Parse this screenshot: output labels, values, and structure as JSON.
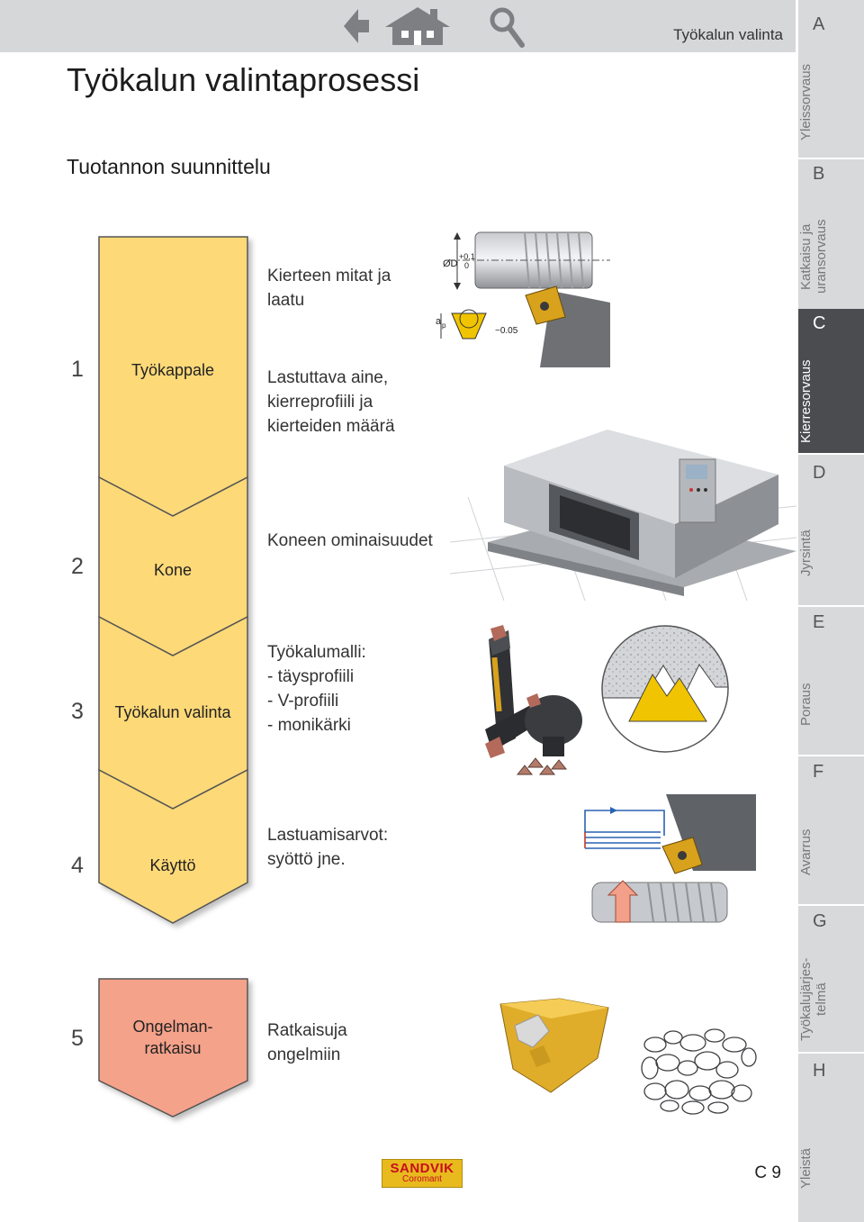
{
  "header": {
    "section_title": "Työkalun valinta",
    "nav_icons": [
      "back-arrow-icon",
      "home-icon",
      "search-icon"
    ]
  },
  "page": {
    "title": "Työkalun valintaprosessi",
    "subtitle": "Tuotannon suunnittelu",
    "page_number": "C 9"
  },
  "steps": [
    {
      "number": "1",
      "label": "Työkappale",
      "color": "#fdd978"
    },
    {
      "number": "2",
      "label": "Kone",
      "color": "#fdd978"
    },
    {
      "number": "3",
      "label": "Työkalun valinta",
      "color": "#fdd978"
    },
    {
      "number": "4",
      "label": "Käyttö",
      "color": "#fdd978"
    },
    {
      "number": "5",
      "label": "Ongelman-\nratkaisu",
      "color": "#f5a28a"
    }
  ],
  "descriptions": {
    "thread_dims": "Kierteen mitat ja\nlaatu",
    "material": "Lastuttava aine,\nkierreprofiili ja\nkierteiden määrä",
    "machine": "Koneen ominaisuudet",
    "tool_model_title": "Työkalumalli:",
    "tool_model_items": [
      "- täysprofiili",
      "- V-profiili",
      "- monikärki"
    ],
    "cutting": "Lastuamisarvot:\nsyöttö jne.",
    "problems": "Ratkaisuja\nongelmiin"
  },
  "drawing_labels": {
    "diameter": "ØD",
    "tol_upper": "+0.1",
    "tol_lower": "0",
    "ap": "a",
    "ap_sub": "p",
    "radial": "~0.05"
  },
  "sidebar": {
    "sections": [
      {
        "letter": "A",
        "label": "Yleissorvaus"
      },
      {
        "letter": "B",
        "label": "Katkaisu ja\nuransorvaus"
      },
      {
        "letter": "C",
        "label": "Kierresorvaus",
        "active": true
      },
      {
        "letter": "D",
        "label": "Jyrsintä"
      },
      {
        "letter": "E",
        "label": "Poraus"
      },
      {
        "letter": "F",
        "label": "Avarrus"
      },
      {
        "letter": "G",
        "label": "Työkalujärjes-\ntelmä"
      },
      {
        "letter": "H",
        "label": "Yleistä"
      }
    ],
    "active_color": "#4a4c50"
  },
  "brand": {
    "name": "SANDVIK",
    "sub": "Coromant"
  }
}
